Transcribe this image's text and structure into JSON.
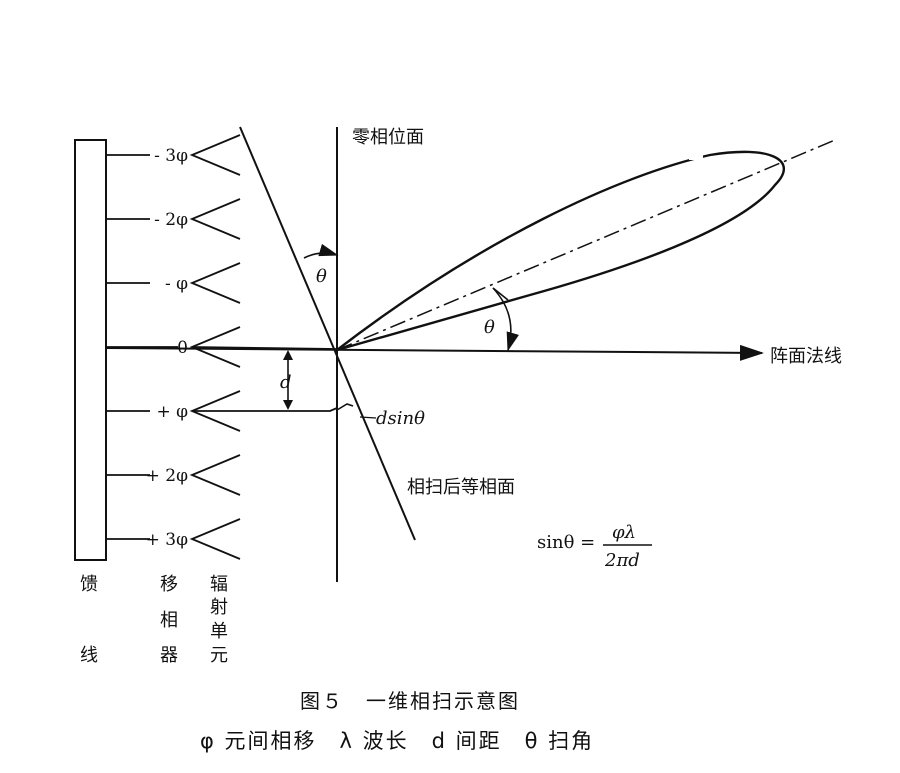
{
  "phase_labels": [
    "- 3φ",
    "- 2φ",
    "- φ",
    "0",
    "+ φ",
    "+ 2φ",
    "+ 3φ"
  ],
  "labels": {
    "zero_phase_plane": "零相位面",
    "array_normal": "阵面法线",
    "scanned_phase_front": "相扫后等相面",
    "theta_top": "θ",
    "theta_beam": "θ",
    "d": "d",
    "dsin": "dsinθ",
    "formula_lhs": "sinθ =",
    "formula_num": "φλ",
    "formula_den": "2πd"
  },
  "vertical_labels": {
    "feed": [
      "馈",
      "线"
    ],
    "phase_shifter": [
      "移",
      "相",
      "器"
    ],
    "radiator": [
      "辐",
      "射",
      "单",
      "元"
    ]
  },
  "caption": {
    "title": "图５　一维相扫示意图",
    "legend": "φ 元间相移　λ 波长　d 间距　θ 扫角"
  }
}
